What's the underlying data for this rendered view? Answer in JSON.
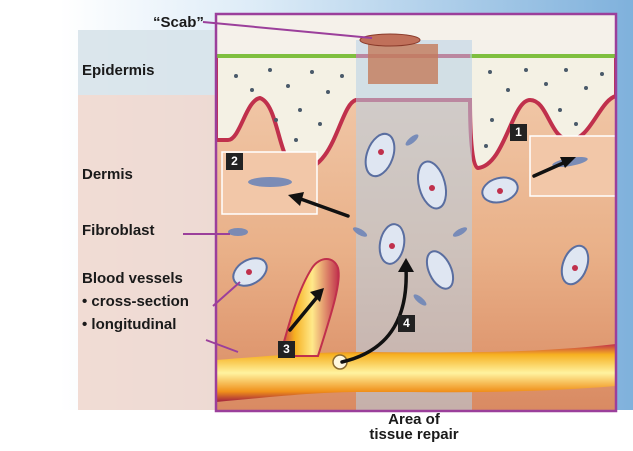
{
  "labels": {
    "scab": "“Scab”",
    "epidermis": "Epidermis",
    "dermis": "Dermis",
    "fibroblast": "Fibroblast",
    "blood_vessels": "Blood vessels",
    "cross_section": "• cross-section",
    "longitudinal": "• longitudinal",
    "area_line1": "Area of",
    "area_line2": "tissue repair"
  },
  "steps": [
    "1",
    "2",
    "3",
    "4"
  ],
  "colors": {
    "frame": "#9b3f9b",
    "epidermis": "#f3f0e2",
    "dermis": "#e8b48a",
    "vessel": "#f0a020",
    "vessel_wall": "#c0304c",
    "repair_band": "#aac8e0",
    "background": "#c8dff0"
  }
}
